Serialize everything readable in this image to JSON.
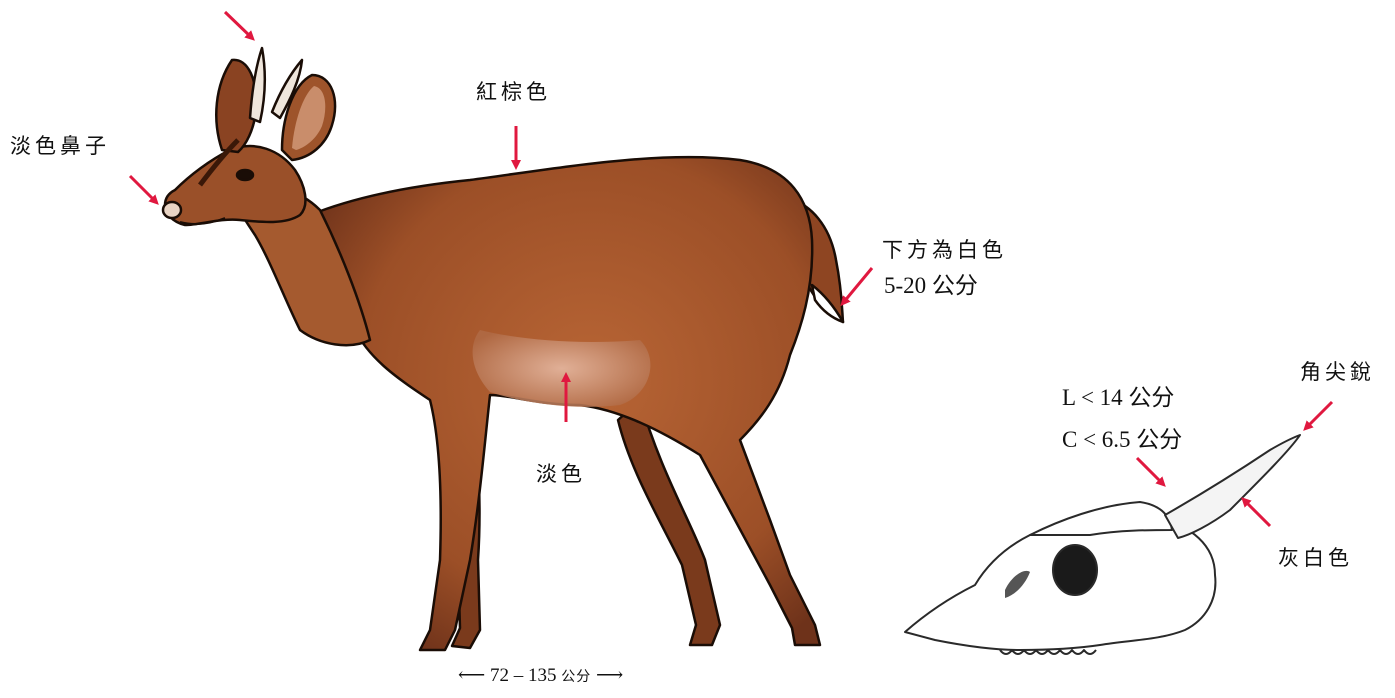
{
  "labels": {
    "red_brown": "紅棕色",
    "pale_nose": "淡色鼻子",
    "white_below": "下方為白色",
    "tail_length": "5-20  公分",
    "pale": "淡色",
    "antler_tip": "角尖銳",
    "antler_length": "L < 14  公分",
    "antler_circumference": "C < 6.5  公分",
    "greyish_white": "灰白色"
  },
  "scale": {
    "range": "72 – 135",
    "unit": "公分"
  },
  "colors": {
    "arrow": "#e0183f",
    "coat": "#a9582d",
    "coat_dark": "#6e321a",
    "belly": "#d9a48d",
    "skull_outline": "#2a2a2a"
  }
}
